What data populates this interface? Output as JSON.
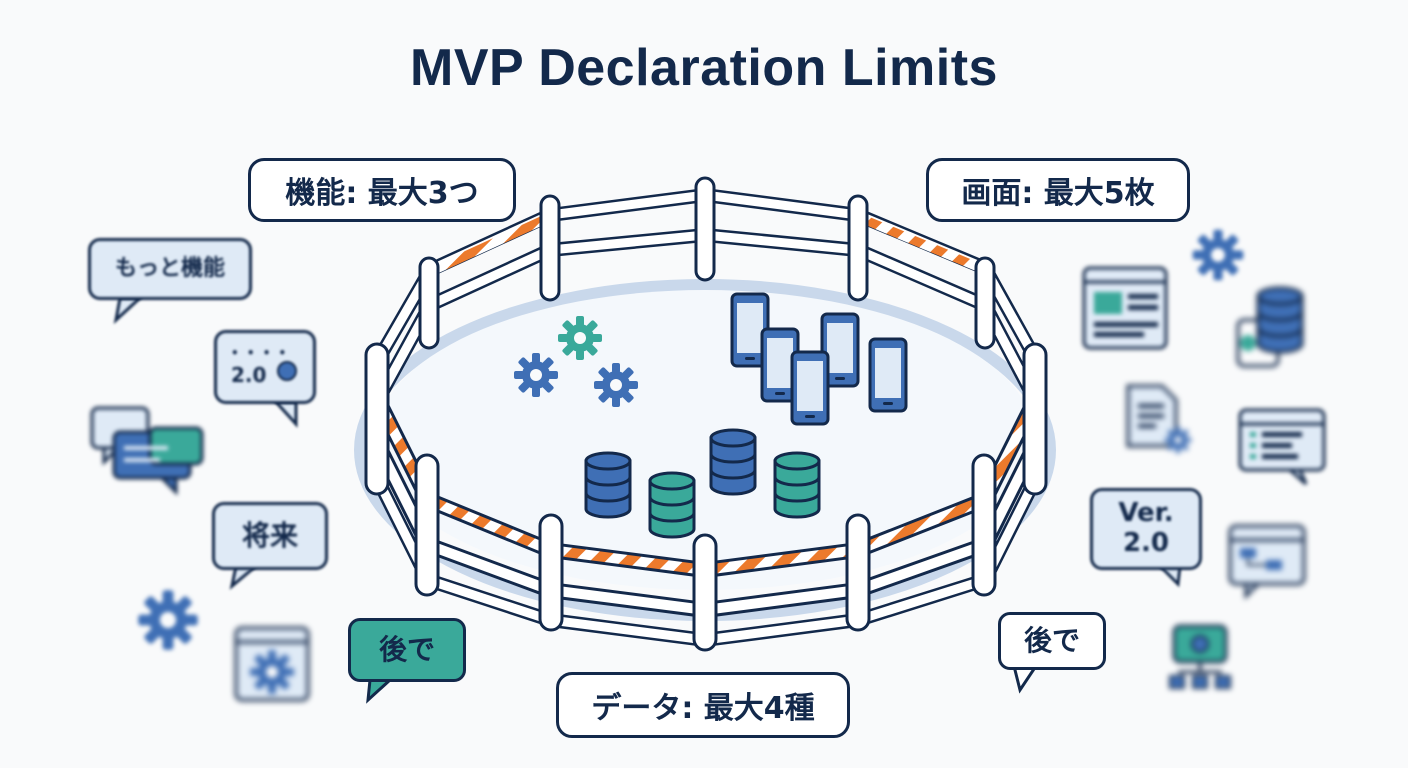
{
  "title": "MVP Declaration Limits",
  "limits": {
    "features": "機能: 最大3つ",
    "screens": "画面: 最大5枚",
    "data": "データ: 最大4種"
  },
  "bubbles": {
    "more_features": "もっと機能",
    "version_dots": "• • • •",
    "version_small": "2.0",
    "future": "将来",
    "later_left": "後で",
    "later_right": "後で",
    "ver": "Ver.",
    "ver_num": "2.0"
  },
  "colors": {
    "navy": "#13294b",
    "blue": "#3f6fb5",
    "teal": "#3aa99a",
    "orange": "#ec7a2c",
    "light_blue_bubble": "#dfeaf6",
    "teal_bubble": "#3aa99a"
  }
}
